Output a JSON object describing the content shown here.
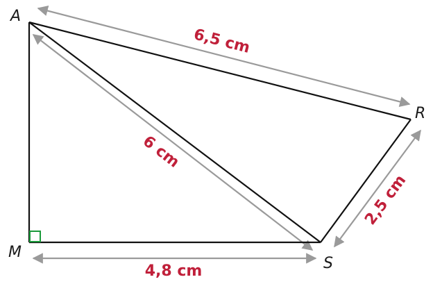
{
  "diagram": {
    "points": {
      "A": "A",
      "M": "M",
      "S": "S",
      "R": "R"
    },
    "lengths": {
      "AR": "6,5 cm",
      "AS": "6 cm",
      "MS": "4,8 cm",
      "SR": "2,5 cm"
    },
    "colors": {
      "segment": "#111111",
      "dimension_arrow": "#9a9a9a",
      "length_label": "#c0203a",
      "right_angle_marker": "#1a9a3a"
    },
    "right_angle_at": "M"
  }
}
